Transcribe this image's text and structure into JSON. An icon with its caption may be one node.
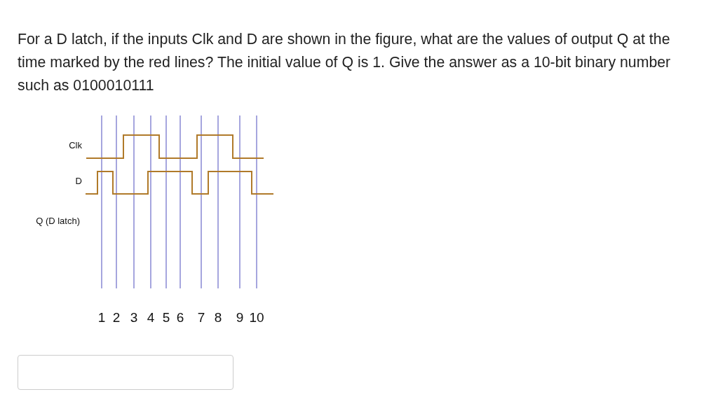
{
  "diagram": {
    "title": "For a D latch, if the inputs Clk and D are shown in the figure, what are the values of output Q at the time marked by the red lines? The initial value of Q is 1. Give the answer as a 10-bit binary number such as 0100010111",
    "labels": [
      "Clk",
      "D",
      "Q (D latch)",
      "1",
      "2",
      "3",
      "4",
      "5",
      "6",
      "7",
      "8",
      "9",
      "10"
    ]
  }
}
